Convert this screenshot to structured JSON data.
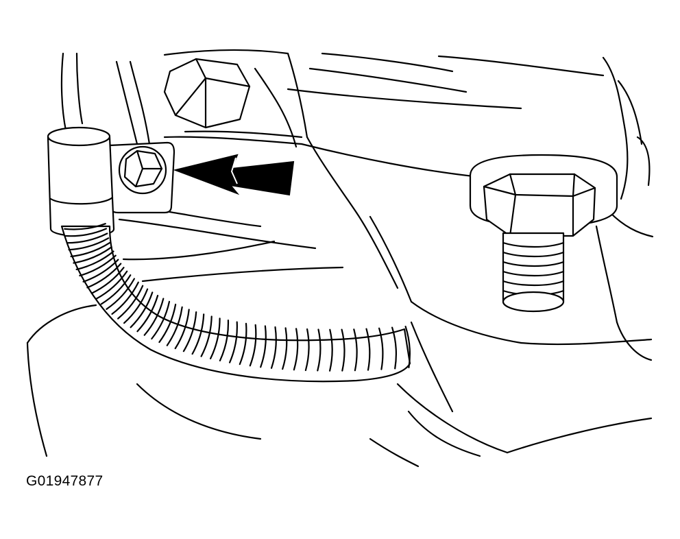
{
  "figure": {
    "code": "G01947877",
    "components": [
      "sensor-cable",
      "hold-down-bolt",
      "mounting-stud-nut",
      "location-arrow"
    ]
  }
}
